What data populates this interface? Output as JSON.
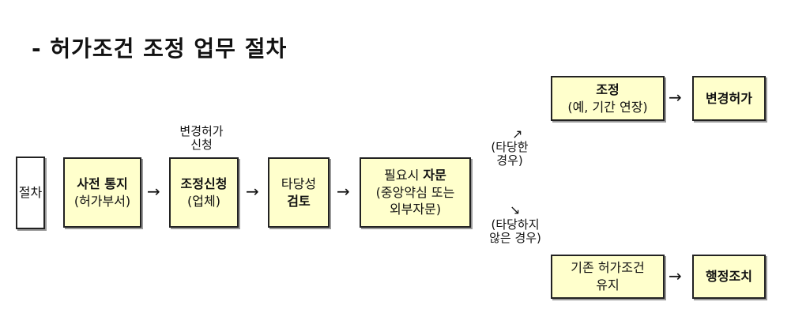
{
  "title": "- 허가조건 조정 업무 절차",
  "nodes": {
    "start": "절차",
    "notice": {
      "line1": "사전 통지",
      "line2": "(허가부서)"
    },
    "request_note": {
      "line1": "변경허가",
      "line2": "신청"
    },
    "request": {
      "line1": "조정신청",
      "line2": "(업체)"
    },
    "review": {
      "line1": "타당성",
      "line2": "검토"
    },
    "consult": {
      "line1_part1": "필요시 ",
      "line1_part2": "자문",
      "line2": "(중앙약심 또는",
      "line3": "외부자문)"
    },
    "adjust": {
      "line1": "조정",
      "line2": "(예, 기간 연장)"
    },
    "change_permit": "변경허가",
    "maintain": {
      "line1": "기존 허가조건",
      "line2": "유지"
    },
    "admin_action": "행정조치"
  },
  "branches": {
    "valid": {
      "line1": "(타당한",
      "line2": "경우)"
    },
    "invalid": {
      "line1": "(타당하지",
      "line2": "않은 경우)"
    }
  },
  "arrows": {
    "right": "→",
    "up_right": "↗",
    "down_right": "↘"
  }
}
